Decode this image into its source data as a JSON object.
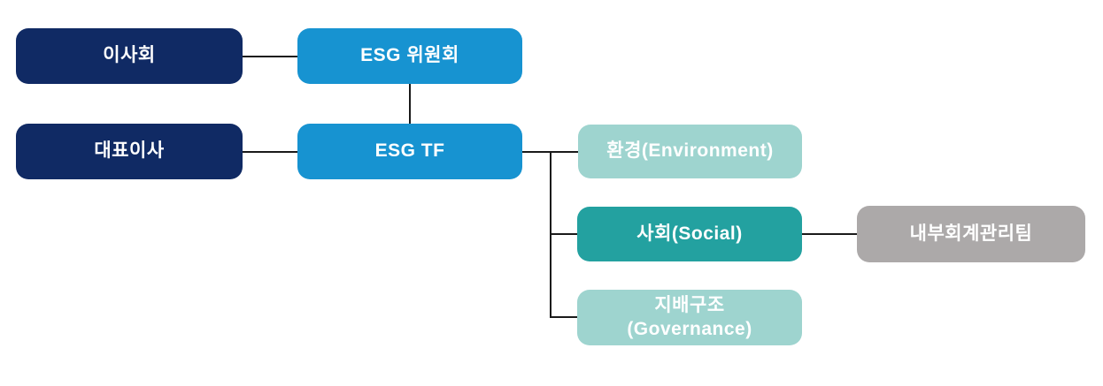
{
  "diagram": {
    "type": "org-chart",
    "connector_color": "#1a1a1a",
    "nodes": [
      {
        "id": "board",
        "label": "이사회",
        "color": "#102A64",
        "text_color": "#ffffff"
      },
      {
        "id": "esg-committee",
        "label": "ESG 위원회",
        "color": "#1793D1",
        "text_color": "#ffffff"
      },
      {
        "id": "ceo",
        "label": "대표이사",
        "color": "#102A64",
        "text_color": "#ffffff"
      },
      {
        "id": "esg-tf",
        "label": "ESG TF",
        "color": "#1793D1",
        "text_color": "#ffffff"
      },
      {
        "id": "environment",
        "label": "환경(Environment)",
        "color": "#9ED4CF",
        "text_color": "#ffffff"
      },
      {
        "id": "social",
        "label": "사회(Social)",
        "color": "#23A1A0",
        "text_color": "#ffffff"
      },
      {
        "id": "governance",
        "label": "지배구조",
        "label_line2": "(Governance)",
        "color": "#9ED4CF",
        "text_color": "#ffffff"
      },
      {
        "id": "internal-accounting",
        "label": "내부회계관리팀",
        "color": "#ACA9A9",
        "text_color": "#ffffff"
      }
    ],
    "edges": [
      {
        "from": "board",
        "to": "esg-committee"
      },
      {
        "from": "esg-committee",
        "to": "esg-tf"
      },
      {
        "from": "ceo",
        "to": "esg-tf"
      },
      {
        "from": "esg-tf",
        "to": "environment"
      },
      {
        "from": "esg-tf",
        "to": "social"
      },
      {
        "from": "esg-tf",
        "to": "governance"
      },
      {
        "from": "social",
        "to": "internal-accounting"
      }
    ]
  }
}
